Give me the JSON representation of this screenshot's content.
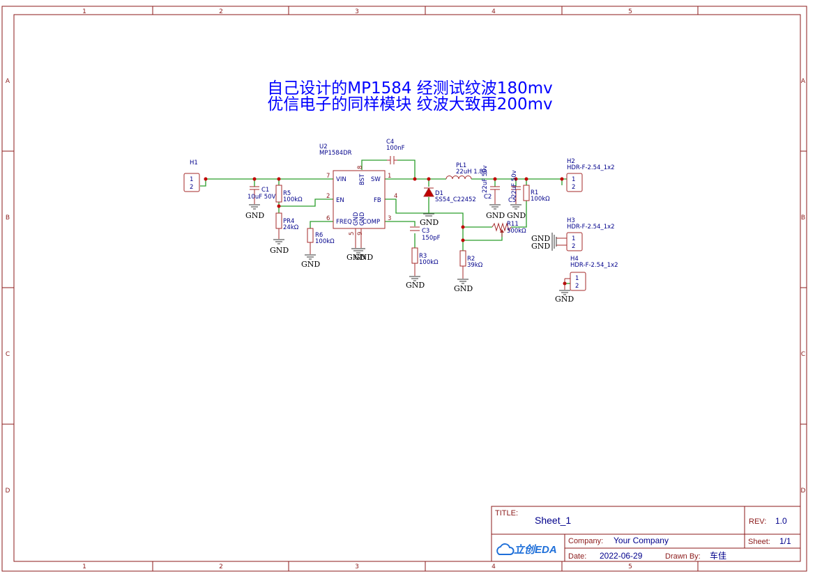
{
  "zones": {
    "columns": [
      "1",
      "2",
      "3",
      "4",
      "5"
    ],
    "rows": [
      "A",
      "B",
      "C",
      "D"
    ]
  },
  "header": {
    "line1": "自己设计的MP1584 经测试纹波180mv",
    "line2": "优信电子的同样模块 纹波大致再200mv"
  },
  "components": {
    "H1": {
      "ref": "H1",
      "pins": [
        "1",
        "2"
      ]
    },
    "C1": {
      "ref": "C1",
      "value": "10uF 50V"
    },
    "R5": {
      "ref": "R5",
      "value": "100kΩ"
    },
    "PR4": {
      "ref": "PR4",
      "value": "24kΩ"
    },
    "R6": {
      "ref": "R6",
      "value": "100kΩ"
    },
    "U2": {
      "ref": "U2",
      "value": "MP1584DR",
      "pins": {
        "vin": "VIN",
        "en": "EN",
        "freq": "FREQ",
        "bst": "BST",
        "sw": "SW",
        "fb": "FB",
        "comp": "COMP",
        "gnd1": "GND",
        "gnd2": "GND"
      },
      "pinnums": {
        "vin": "7",
        "en": "2",
        "freq": "6",
        "bst": "8",
        "sw": "1",
        "fb": "4",
        "comp": "3",
        "gnd1": "5",
        "gnd2": "9"
      }
    },
    "C4": {
      "ref": "C4",
      "value": "100nF"
    },
    "PL1": {
      "ref": "PL1",
      "value": "22uH 1.8A"
    },
    "D1": {
      "ref": "D1",
      "value": "SS54_C22452"
    },
    "C3": {
      "ref": "C3",
      "value": "150pF"
    },
    "R3": {
      "ref": "R3",
      "value": "100kΩ"
    },
    "C2": {
      "ref": "C2",
      "value": "22uF 50v"
    },
    "C5": {
      "ref": "C5",
      "value": "22uF 50v"
    },
    "R1": {
      "ref": "R1",
      "value": "100kΩ"
    },
    "R11": {
      "ref": "R11",
      "value": "500kΩ"
    },
    "R2": {
      "ref": "R2",
      "value": "39kΩ"
    },
    "H2": {
      "ref": "H2",
      "value": "HDR-F-2.54_1x2",
      "pins": [
        "1",
        "2"
      ]
    },
    "H3": {
      "ref": "H3",
      "value": "HDR-F-2.54_1x2",
      "pins": [
        "1",
        "2"
      ]
    },
    "H4": {
      "ref": "H4",
      "value": "HDR-F-2.54_1x2",
      "pins": [
        "1",
        "2"
      ]
    }
  },
  "net_labels": {
    "gnd": "GND"
  },
  "title_block": {
    "title_label": "TITLE:",
    "title": "Sheet_1",
    "rev_label": "REV:",
    "rev": "1.0",
    "company_label": "Company:",
    "company": "Your Company",
    "sheet_label": "Sheet:",
    "sheet": "1/1",
    "date_label": "Date:",
    "date": "2022-06-29",
    "drawn_label": "Drawn By:",
    "drawn_by": "车佳",
    "logo_text": "立创EDA"
  },
  "colors": {
    "frame": "#8b1a1a",
    "title": "#0000ff",
    "wire": "#2a9d2a",
    "junction": "#c00000",
    "component": "#a52a2a",
    "text": "#00008b"
  }
}
